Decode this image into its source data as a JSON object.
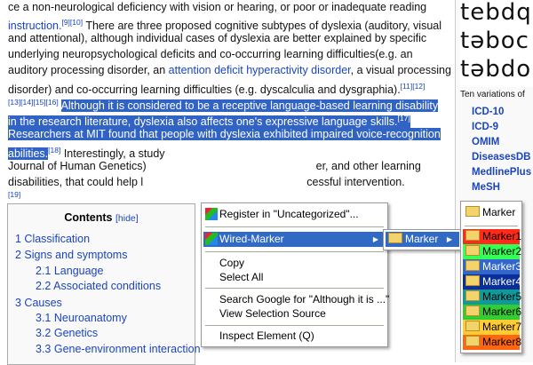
{
  "article": {
    "line0": "ce a non-neurological deficiency with vision or hearing, or poor or inadequate reading",
    "line1_link": "instruction.",
    "line1_refs": "[9][10]",
    "line1_text": " There are three proposed cognitive subtypes of dyslexia (auditory, visual",
    "line2": "and attentional), although individual cases of dyslexia are better explained by specific",
    "line3": "underlying neuropsychological deficits and co-occurring learning difficulties(e.g. an",
    "line4_a": "auditory processing disorder, an ",
    "line4_link": "attention deficit hyperactivity disorder",
    "line4_b": ", a visual processing",
    "line5": "disorder) and co-occurring learning difficulties (e.g. dyscalculia and dysgraphia).",
    "line5_refs": "[11][12]",
    "line6_refs": "[13][14][15][16]",
    "line6_sel": "Although it is considered to be a receptive language-based learning disability",
    "line7_sel": "in the research literature, dyslexia also affects one's expressive language skills.",
    "line7_refs": "[17]",
    "line8_sel": "Researchers at MIT found that people with dyslexia exhibited impaired voice-recognition",
    "line9_sel": "abilities.",
    "line9_refs": "[18]",
    "line9_text": " Interestingly, a study",
    "line10": "Journal of Human Genetics)                                                       er, and other learning",
    "line11": "disabilities, that could help l                                                     cessful intervention.",
    "line12_refs": "[19]"
  },
  "infobox": {
    "image_text": "tebdq\ntəboc\ntəbdo",
    "caption": "Ten variations of",
    "links": [
      "ICD-10",
      "ICD-9",
      "OMIM",
      "DiseasesDB",
      "MedlinePlus",
      "MeSH"
    ]
  },
  "toc": {
    "title": "Contents",
    "hide": "[hide]",
    "items": [
      "1 Classification",
      "2 Signs and symptoms",
      "2.1 Language",
      "2.2 Associated conditions",
      "3 Causes",
      "3.1 Neuroanatomy",
      "3.2 Genetics",
      "3.3 Gene-environment interaction"
    ]
  },
  "context_menu": {
    "items": [
      "Register in \"Uncategorized\"...",
      "Wired-Marker",
      "Copy",
      "Select All",
      "Search Google for \"Although it is ...\"",
      "View Selection Source",
      "Inspect Element (Q)"
    ]
  },
  "submenu": {
    "item": "Marker"
  },
  "marker_menu": {
    "header": "Marker",
    "markers": [
      {
        "label": "Marker1",
        "color": "#ff2a1a",
        "text": "#000"
      },
      {
        "label": "Marker2",
        "color": "#33ff55",
        "text": "#000"
      },
      {
        "label": "Marker3",
        "color": "#3366cc",
        "text": "#fff"
      },
      {
        "label": "Marker4",
        "color": "#0a2f99",
        "text": "#fff"
      },
      {
        "label": "Marker5",
        "color": "#119999",
        "text": "#000"
      },
      {
        "label": "Marker6",
        "color": "#33cc33",
        "text": "#000"
      },
      {
        "label": "Marker7",
        "color": "#ffcc33",
        "text": "#000"
      },
      {
        "label": "Marker8",
        "color": "#ff6611",
        "text": "#000"
      }
    ]
  }
}
